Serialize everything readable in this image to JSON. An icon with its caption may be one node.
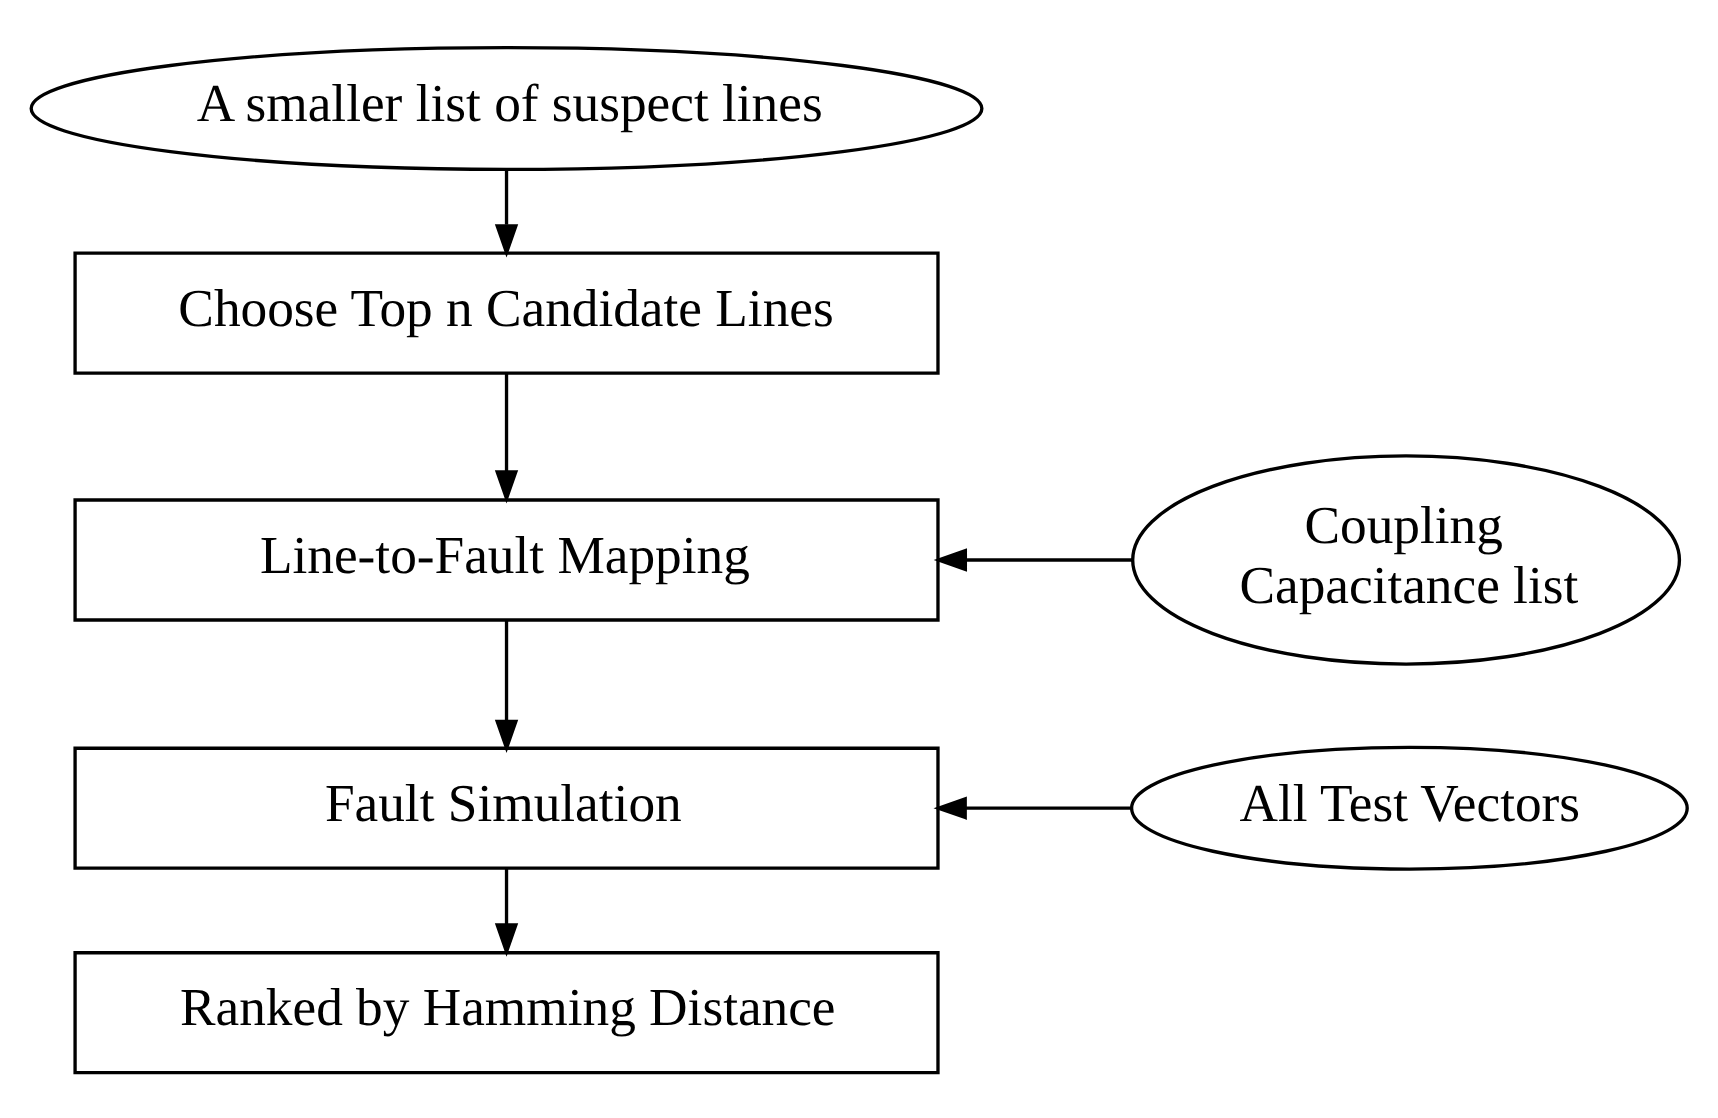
{
  "diagram": {
    "nodes": [
      {
        "text": [
          "A smaller list of suspect lines"
        ]
      },
      {
        "text": [
          "Choose Top n Candidate Lines"
        ]
      },
      {
        "text": [
          "Line-to-Fault Mapping"
        ]
      },
      {
        "text": [
          "Fault Simulation"
        ]
      },
      {
        "text": [
          "Ranked by Hamming Distance"
        ]
      },
      {
        "text": [
          "Coupling Capacitance list"
        ]
      },
      {
        "text": [
          "All Test Vectors"
        ]
      }
    ],
    "edges": [
      {
        "from": 0,
        "to": 1,
        "arrow": "to"
      },
      {
        "from": 1,
        "to": 2,
        "arrow": "to"
      },
      {
        "from": 2,
        "to": 3,
        "arrow": "to"
      },
      {
        "from": 3,
        "to": 4,
        "arrow": "to"
      },
      {
        "from": 5,
        "to": 2,
        "arrow": "to"
      },
      {
        "from": 6,
        "to": 3,
        "arrow": "to"
      }
    ]
  }
}
